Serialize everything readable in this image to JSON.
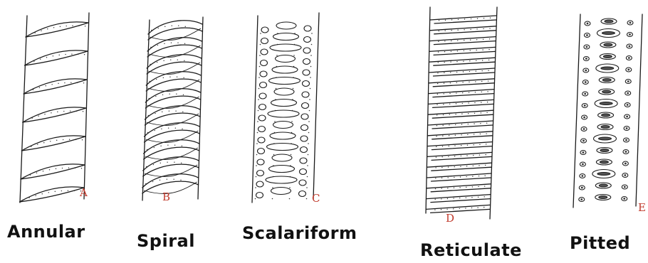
{
  "figure": {
    "panels": [
      {
        "letter": "A",
        "title": "Annular"
      },
      {
        "letter": "B",
        "title": "Spiral"
      },
      {
        "letter": "C",
        "title": "Scalariform"
      },
      {
        "letter": "D",
        "title": "Reticulate"
      },
      {
        "letter": "E",
        "title": "Pitted"
      }
    ]
  }
}
